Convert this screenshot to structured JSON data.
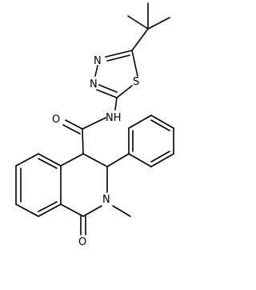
{
  "molecule": {
    "atoms": {
      "n_thiadiazole_top": "N",
      "n_thiadiazole_bottom": "N",
      "s_thiadiazole": "S",
      "nh_amide": "NH",
      "o_amide": "O",
      "n_lactam": "N",
      "o_lactam": "O"
    }
  }
}
